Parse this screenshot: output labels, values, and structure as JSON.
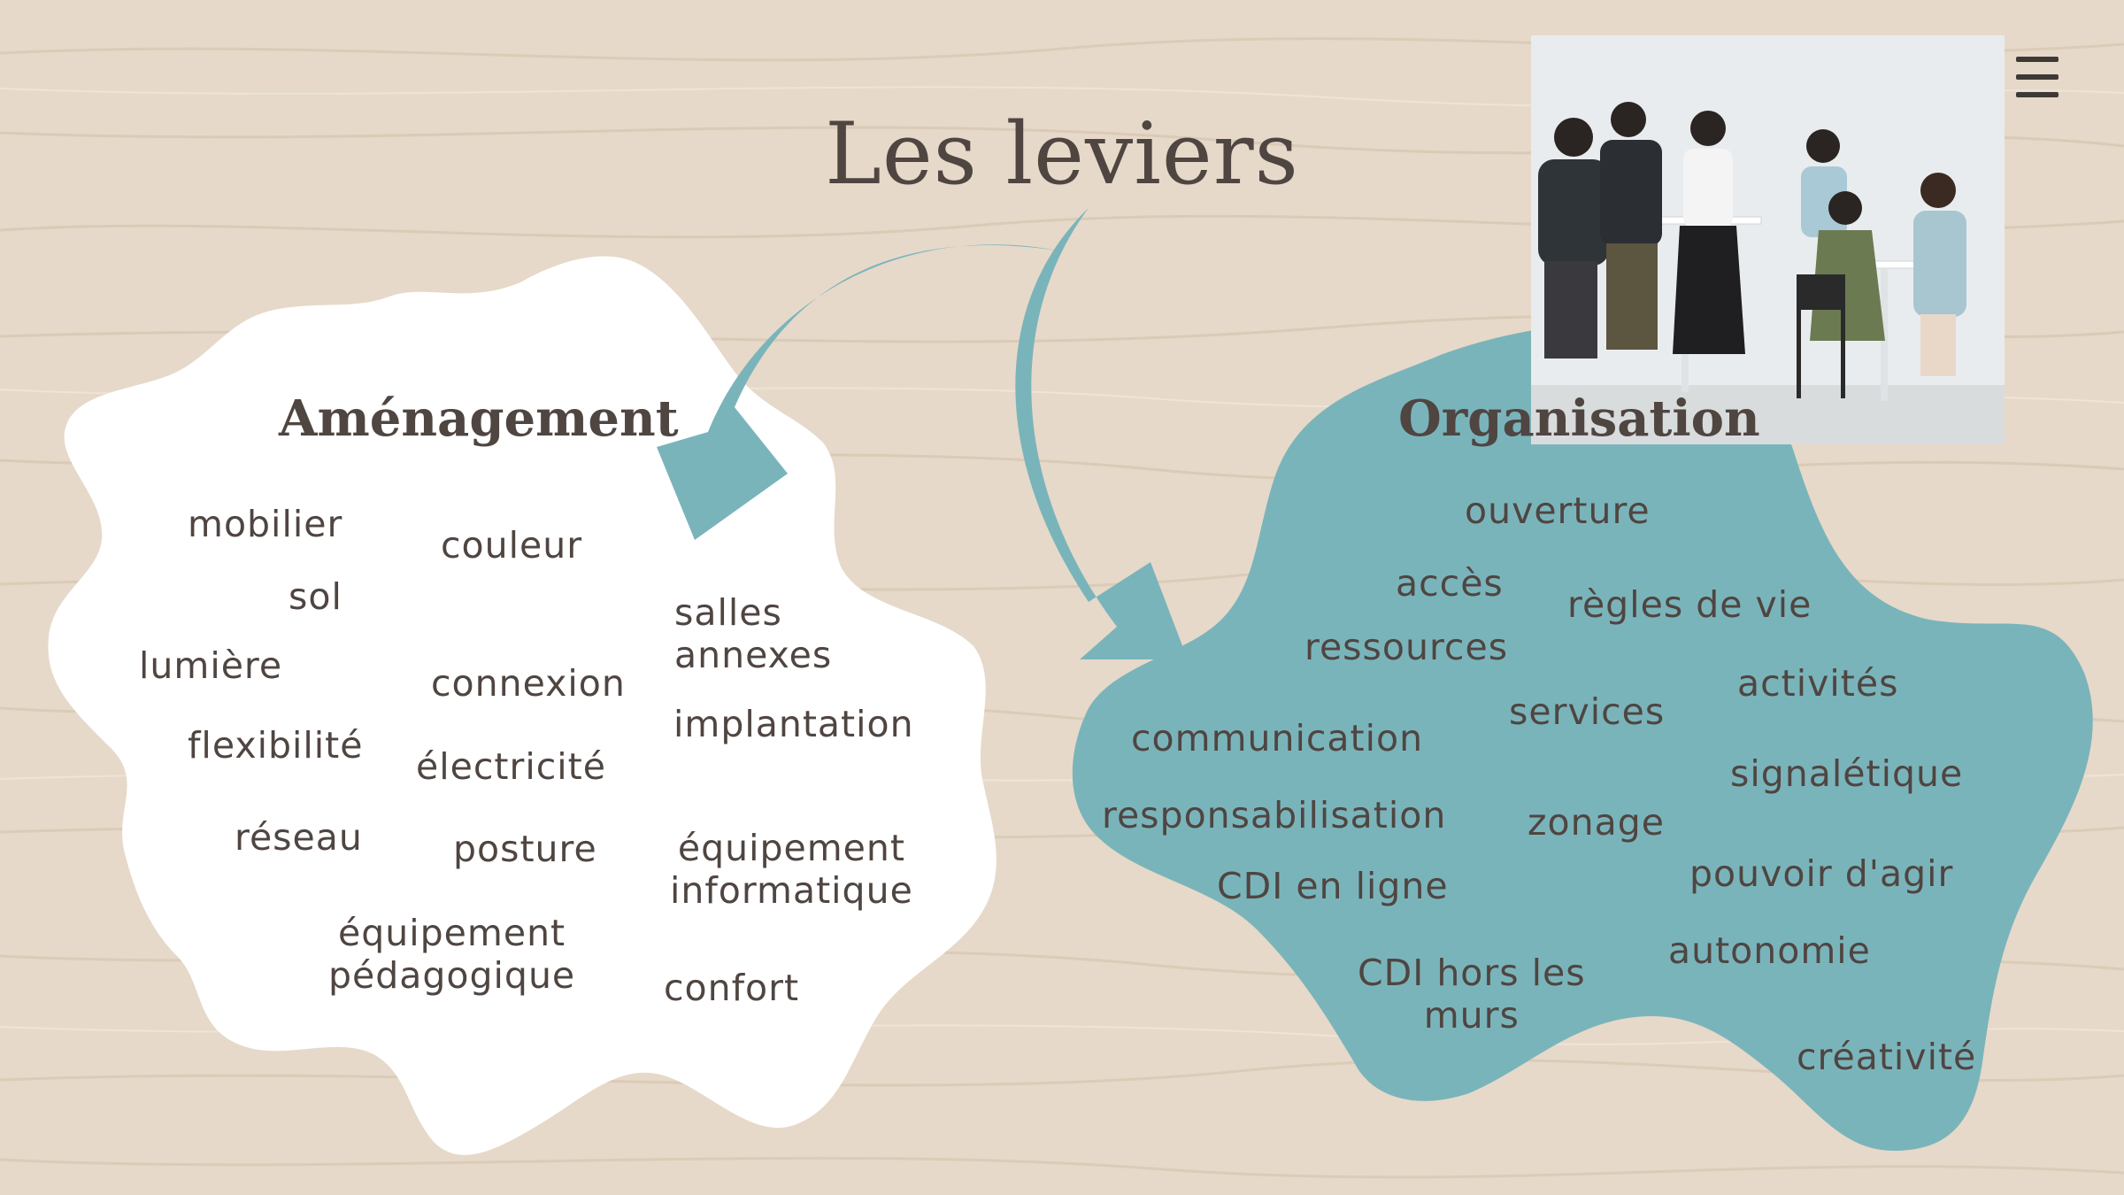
{
  "title": "Les leviers",
  "menu_icon": "hamburger-menu-icon",
  "photo": {
    "icon": "group-of-students-photo"
  },
  "colors": {
    "background": "#e6d9c9",
    "wood_grain": "#d8c7b3",
    "teal": "#7ab4bb",
    "white_blob": "#ffffff",
    "text": "#4f4541"
  },
  "amenagement": {
    "heading": "Aménagement",
    "items": {
      "mobilier": "mobilier",
      "couleur": "couleur",
      "sol": "sol",
      "salles_annexes": "salles\nannexes",
      "lumiere": "lumière",
      "connexion": "connexion",
      "implantation": "implantation",
      "flexibilite": "flexibilité",
      "electricite": "électricité",
      "reseau": "réseau",
      "posture": "posture",
      "equipement_informatique": "équipement\ninformatique",
      "equipement_pedagogique": "équipement\npédagogique",
      "confort": "confort"
    }
  },
  "organisation": {
    "heading": "Organisation",
    "items": {
      "ouverture": "ouverture",
      "acces": "accès",
      "regles_de_vie": "règles de vie",
      "ressources": "ressources",
      "services": "services",
      "activites": "activités",
      "communication": "communication",
      "signaletique": "signalétique",
      "responsabilisation": "responsabilisation",
      "zonage": "zonage",
      "cdi_en_ligne": "CDI en ligne",
      "pouvoir_dagir": "pouvoir d'agir",
      "autonomie": "autonomie",
      "cdi_hors_les_murs": "CDI hors les\nmurs",
      "creativite": "créativité"
    }
  }
}
